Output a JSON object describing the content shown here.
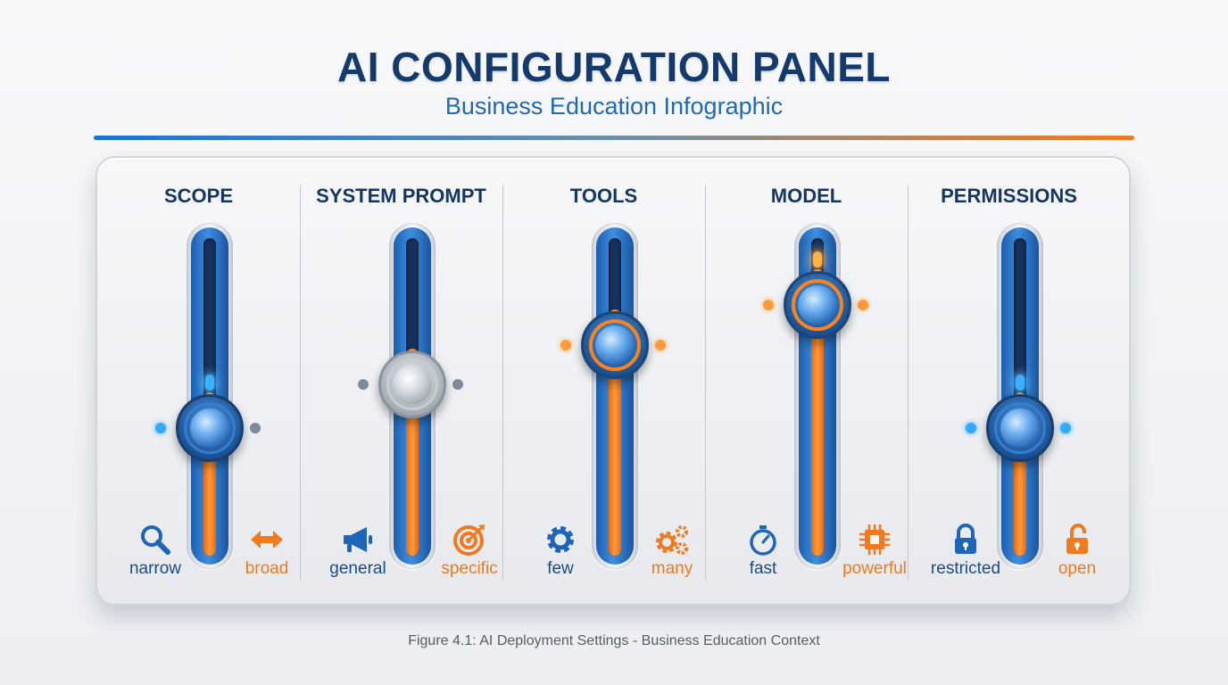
{
  "header": {
    "title": "AI CONFIGURATION PANEL",
    "subtitle": "Business Education Infographic"
  },
  "colors": {
    "primary_blue": "#1a74d2",
    "accent_orange": "#f07a20",
    "title_navy": "#14396b"
  },
  "sliders": [
    {
      "title": "SCOPE",
      "left_label": "narrow",
      "right_label": "broad",
      "left_icon": "magnifier-icon",
      "right_icon": "double-arrow-icon",
      "level": 0.22,
      "knob_style": "blue"
    },
    {
      "title": "SYSTEM PROMPT",
      "left_label": "general",
      "right_label": "specific",
      "left_icon": "megaphone-icon",
      "right_icon": "target-icon",
      "level": 0.46,
      "knob_style": "silver"
    },
    {
      "title": "TOOLS",
      "left_label": "few",
      "right_label": "many",
      "left_icon": "gear-icon",
      "right_icon": "gears-icon",
      "level": 0.68,
      "knob_style": "orange-ring"
    },
    {
      "title": "MODEL",
      "left_label": "fast",
      "right_label": "powerful",
      "left_icon": "stopwatch-icon",
      "right_icon": "chip-icon",
      "level": 0.9,
      "knob_style": "orange-ring"
    },
    {
      "title": "PERMISSIONS",
      "left_label": "restricted",
      "right_label": "open",
      "left_icon": "lock-icon",
      "right_icon": "unlock-icon",
      "level": 0.22,
      "knob_style": "blue"
    }
  ],
  "caption": "Figure 4.1: AI Deployment Settings - Business Education Context"
}
